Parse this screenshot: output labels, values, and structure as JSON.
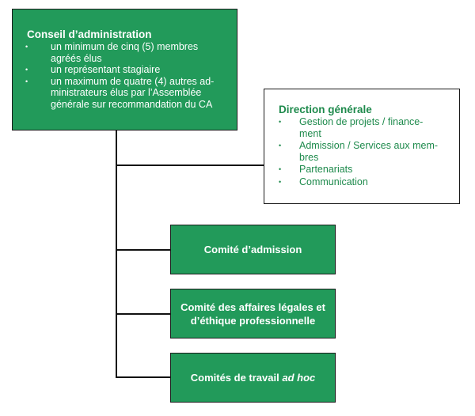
{
  "board": {
    "title": "Conseil d’administration",
    "items": [
      {
        "line1": "un minimum de cinq (5) membres",
        "line2": "agréés élus"
      },
      {
        "line1": "un représentant stagiaire",
        "line2": ""
      },
      {
        "line1": "un maximum de quatre (4) autres ad-",
        "line2": "ministrateurs élus par l’Assemblée",
        "line3": "générale sur recommandation du CA"
      }
    ]
  },
  "direction": {
    "title": "Direction générale",
    "items": [
      {
        "line1": "Gestion de projets / finance-",
        "line2": "ment"
      },
      {
        "line1": "Admission / Services aux mem-",
        "line2": "bres"
      },
      {
        "line1": "Partenariats",
        "line2": ""
      },
      {
        "line1": "Communication",
        "line2": ""
      }
    ]
  },
  "committees": [
    {
      "label": "Comité d’admission"
    },
    {
      "line1": "Comité des affaires légales et",
      "line2": "d’éthique professionnelle"
    },
    {
      "text": "Comités de travail ",
      "italic": "ad hoc"
    }
  ],
  "colors": {
    "box_fill": "#229a5a",
    "box_text": "#ffffff",
    "direction_text": "#1e8a4c",
    "connector": "#111111"
  },
  "bullet_glyph": "•"
}
